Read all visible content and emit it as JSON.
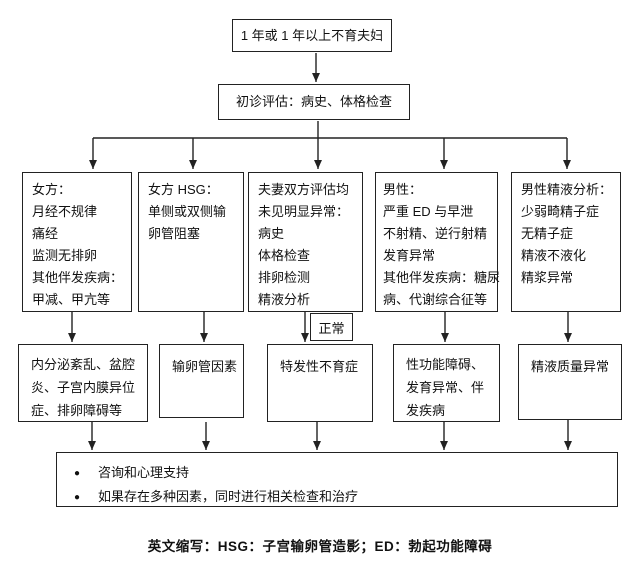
{
  "flowchart": {
    "nodes": {
      "start": "1 年或 1 年以上不育夫妇",
      "initial_eval": "初诊评估：病史、体格检查",
      "female_clinical": [
        "女方：",
        "月经不规律",
        "痛经",
        "监测无排卵",
        "其他伴发疾病：",
        "甲减、甲亢等"
      ],
      "female_hsg": [
        "女方 HSG：",
        "单侧或双侧输",
        "卵管阻塞"
      ],
      "couple_no_abnormality": [
        "夫妻双方评估均",
        "未见明显异常：",
        "病史",
        "体格检查",
        "排卵检测",
        "精液分析"
      ],
      "male_clinical": [
        "男性：",
        "严重 ED 与早泄",
        "不射精、逆行射精",
        "发育异常",
        "其他伴发疾病：糖尿",
        "病、代谢综合征等"
      ],
      "male_semen_analysis": [
        "男性精液分析：",
        "少弱畸精子症",
        "无精子症",
        "精液不液化",
        "精浆异常"
      ],
      "endocrine_disorder": [
        "内分泌紊乱、盆腔",
        "炎、子宫内膜异位",
        "症、排卵障碍等"
      ],
      "tubal_factor": [
        "输卵管因素"
      ],
      "idiopathic_infertility": [
        "特发性不育症"
      ],
      "sexual_dysfunction": [
        "性功能障碍、",
        "发育异常、伴",
        "发疾病"
      ],
      "semen_quality_abnormal": [
        "精液质量异常"
      ],
      "management": [
        "咨询和心理支持",
        "如果存在多种因素，同时进行相关检查和治疗"
      ]
    },
    "edge_label_normal": "正常",
    "caption": "英文缩写：HSG：子宫输卵管造影；ED：勃起功能障碍",
    "colors": {
      "line": "#222222",
      "text": "#111111",
      "background": "#ffffff"
    }
  }
}
